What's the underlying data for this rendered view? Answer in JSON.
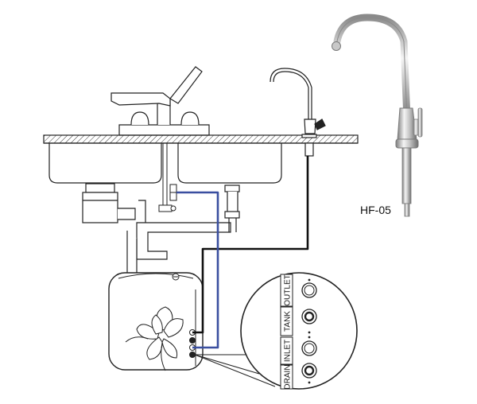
{
  "faucet_model": "HF-05",
  "ports": {
    "outlet": "OUTLET",
    "tank": "TANK",
    "inlet": "INLET",
    "drain": "DRAIN"
  },
  "colors": {
    "line": "#222222",
    "outlet_tube": "#111111",
    "inlet_tube": "#3a4fa0",
    "chrome_dark": "#8d8d8d",
    "chrome_light": "#f2f2f2"
  }
}
